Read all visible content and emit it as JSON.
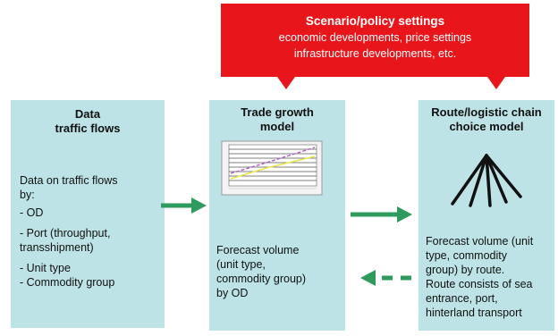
{
  "banner": {
    "title": "Scenario/policy settings",
    "line1": "economic developments, price settings",
    "line2": "infrastructure developments, etc."
  },
  "box_data": {
    "heading_line1": "Data",
    "heading_line2": "traffic flows",
    "intro_line1": "Data on traffic flows",
    "intro_line2": "by:",
    "item_od": "- OD",
    "item_port_line1": "- Port (throughput,",
    "item_port_line2": "transshipment)",
    "item_unit": "- Unit type",
    "item_commodity": "- Commodity group"
  },
  "box_trade": {
    "heading_line1": "Trade growth",
    "heading_line2": "model",
    "body_line1": "Forecast volume",
    "body_line2": "(unit type,",
    "body_line3": "commodity group)",
    "body_line4": "by OD"
  },
  "box_route": {
    "heading_line1": "Route/logistic chain",
    "heading_line2": "choice model",
    "body_line1": "Forecast volume (unit",
    "body_line2": "type, commodity",
    "body_line3": "group) by route.",
    "body_line4": "Route consists of sea",
    "body_line5": "entrance, port,",
    "body_line6": "hinterland transport"
  },
  "colors": {
    "box": "#bde3e6",
    "banner": "#e8151b",
    "arrow": "#2e9a5e"
  },
  "icons": [
    "mini-line-chart-icon",
    "route-fan-icon"
  ]
}
